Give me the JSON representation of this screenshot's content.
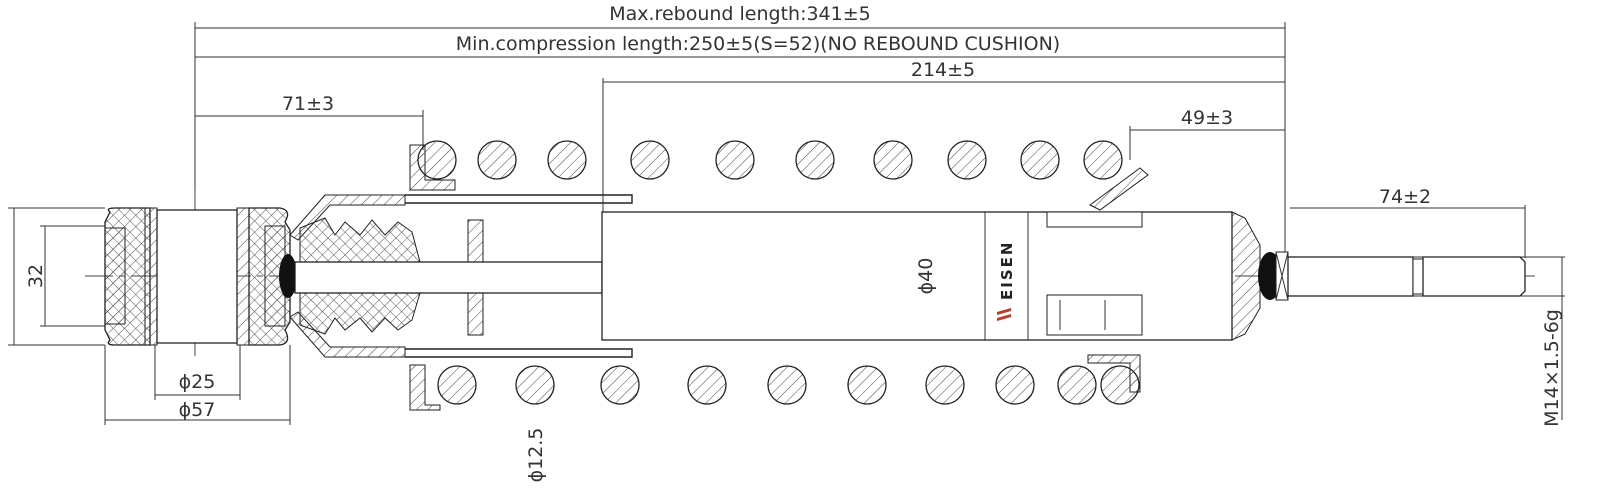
{
  "drawing": {
    "brand": "EISEN",
    "dimensions": {
      "max_rebound": "Max.rebound length:341±5",
      "min_compression": "Min.compression length:250±5(S=52)(NO REBOUND CUSHION)",
      "body_length": "214±5",
      "eye_offset": "71±3",
      "spring_seat_offset": "49±3",
      "stud_length": "74±2",
      "eye_width": "32",
      "bore_diameter": "ϕ25",
      "eye_outer_diameter": "ϕ57",
      "rod_diameter": "ϕ12.5",
      "body_diameter": "ϕ40",
      "thread": "M14×1.5-6g"
    }
  }
}
